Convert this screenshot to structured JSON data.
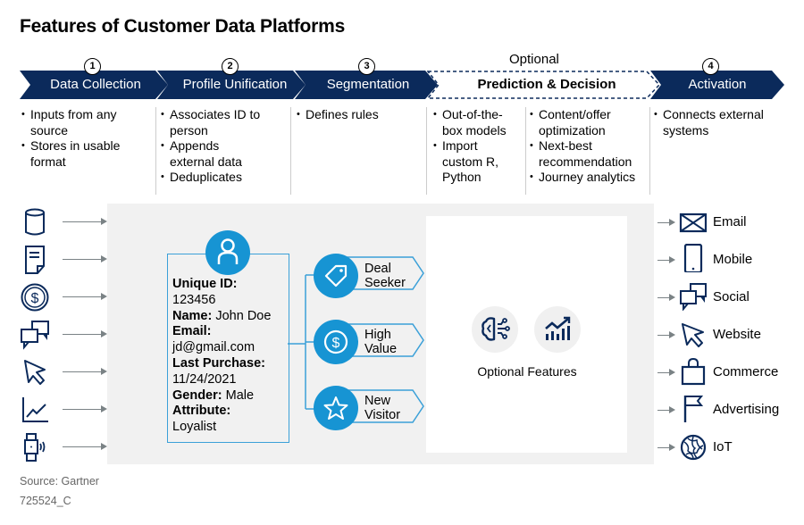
{
  "title": "Features of Customer Data Platforms",
  "colors": {
    "navy": "#0b2a5b",
    "accent_blue": "#1794d3",
    "gray_bg": "#f1f1f1",
    "arrow_gray": "#7a8285"
  },
  "optional_label": "Optional",
  "stages": [
    {
      "number": "1",
      "label": "Data Collection",
      "bullets": [
        "Inputs from any source",
        "Stores in usable format"
      ]
    },
    {
      "number": "2",
      "label": "Profile Unification",
      "bullets": [
        "Associates ID to person",
        "Appends external data",
        "Deduplicates"
      ]
    },
    {
      "number": "3",
      "label": "Segmentation",
      "bullets": [
        "Defines rules"
      ]
    },
    {
      "number": "",
      "label": "Prediction & Decision",
      "bullets_a": [
        "Out-of-the-box models",
        "Import custom R, Python"
      ],
      "bullets_b": [
        "Content/offer optimization",
        "Next-best recommendation",
        "Journey analytics"
      ]
    },
    {
      "number": "4",
      "label": "Activation",
      "bullets": [
        "Connects external systems"
      ]
    }
  ],
  "inputs": [
    {
      "icon": "database-icon"
    },
    {
      "icon": "document-icon"
    },
    {
      "icon": "dollar-icon"
    },
    {
      "icon": "chat-icon"
    },
    {
      "icon": "cursor-icon"
    },
    {
      "icon": "line-chart-icon"
    },
    {
      "icon": "wearable-icon"
    }
  ],
  "profile": {
    "fields": [
      {
        "label": "Unique ID:",
        "value": "123456"
      },
      {
        "label": "Name:",
        "value": "John Doe"
      },
      {
        "label": "Email:",
        "value": "jd@gmail.com"
      },
      {
        "label": "Last Purchase:",
        "value": "11/24/2021"
      },
      {
        "label": "Gender:",
        "value": "Male"
      },
      {
        "label": "Attribute:",
        "value": "Loyalist"
      }
    ]
  },
  "segments": [
    {
      "line1": "Deal",
      "line2": "Seeker",
      "icon": "tag-icon"
    },
    {
      "line1": "High",
      "line2": "Value",
      "icon": "dollar-icon"
    },
    {
      "line1": "New",
      "line2": "Visitor",
      "icon": "star-icon"
    }
  ],
  "optional_features": {
    "label": "Optional Features",
    "icons": [
      "ai-brain-icon",
      "growth-chart-icon"
    ]
  },
  "outputs": [
    {
      "label": "Email",
      "icon": "envelope-icon"
    },
    {
      "label": "Mobile",
      "icon": "mobile-icon"
    },
    {
      "label": "Social",
      "icon": "chat-icon"
    },
    {
      "label": "Website",
      "icon": "cursor-icon"
    },
    {
      "label": "Commerce",
      "icon": "shopping-bag-icon"
    },
    {
      "label": "Advertising",
      "icon": "flag-icon"
    },
    {
      "label": "IoT",
      "icon": "globe-network-icon"
    }
  ],
  "footer": {
    "source": "Source: Gartner",
    "id": "725524_C"
  }
}
